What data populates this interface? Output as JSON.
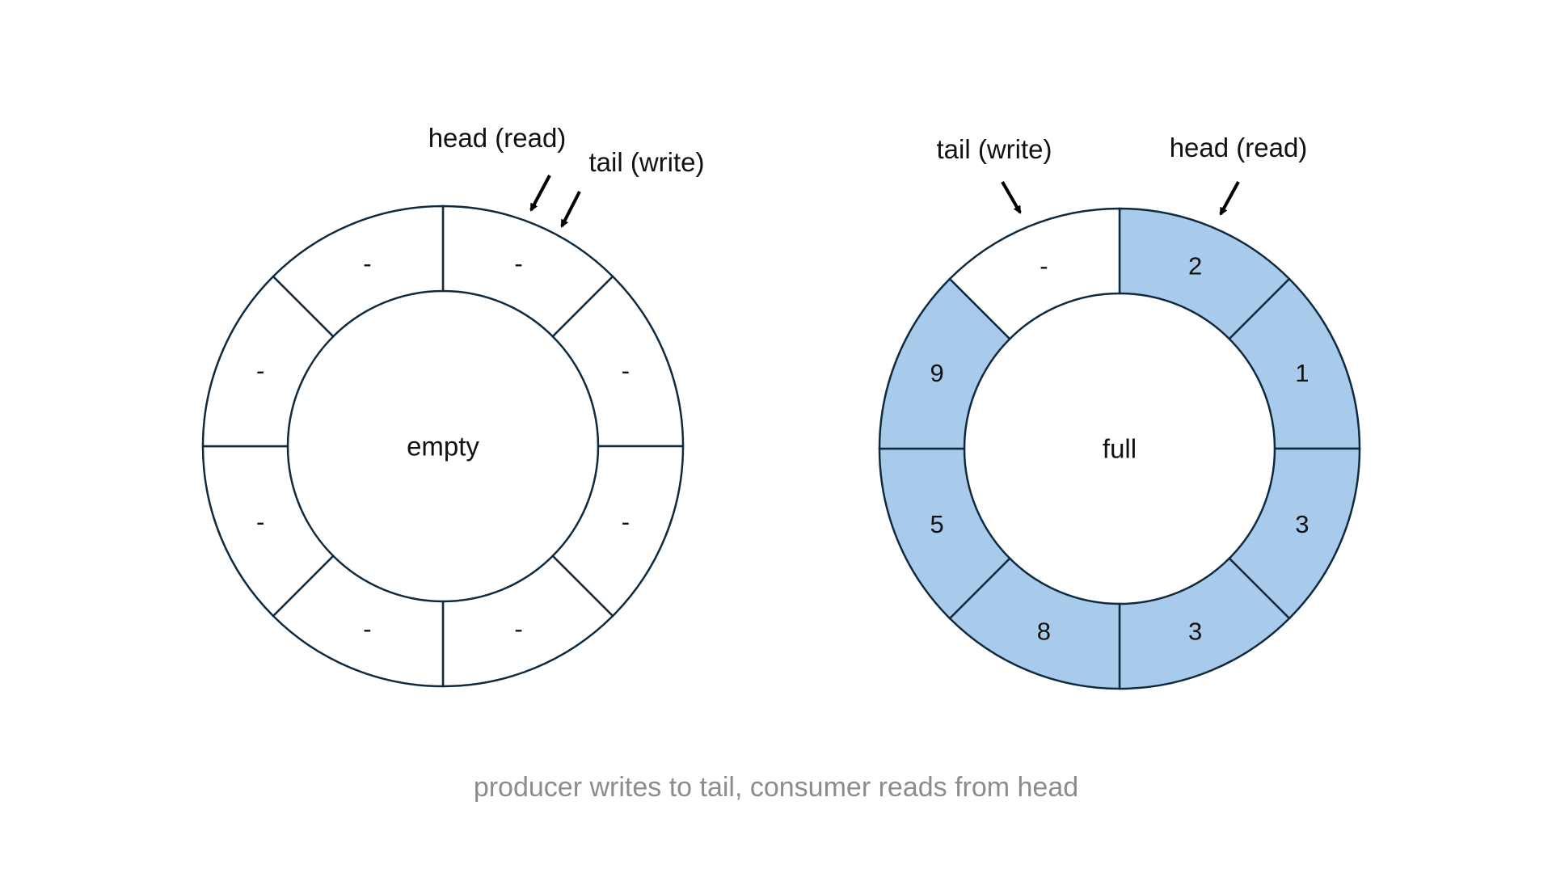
{
  "buffers": [
    {
      "id": "empty",
      "center_label": "empty",
      "slots": [
        "-",
        "-",
        "-",
        "-",
        "-",
        "-",
        "-",
        "-"
      ],
      "filled": [
        false,
        false,
        false,
        false,
        false,
        false,
        false,
        false
      ],
      "pointers": [
        {
          "label": "head (read)"
        },
        {
          "label": "tail (write)"
        }
      ]
    },
    {
      "id": "full",
      "center_label": "full",
      "slots": [
        "2",
        "1",
        "3",
        "3",
        "8",
        "5",
        "9",
        "-"
      ],
      "filled": [
        true,
        true,
        true,
        true,
        true,
        true,
        true,
        false
      ],
      "pointers": [
        {
          "label": "tail (write)"
        },
        {
          "label": "head (read)"
        }
      ]
    }
  ],
  "caption": "producer writes to tail, consumer reads from head",
  "colors": {
    "fill": "#a9cbeb",
    "stroke": "#0f2a3f",
    "caption": "#8c8c8c"
  }
}
